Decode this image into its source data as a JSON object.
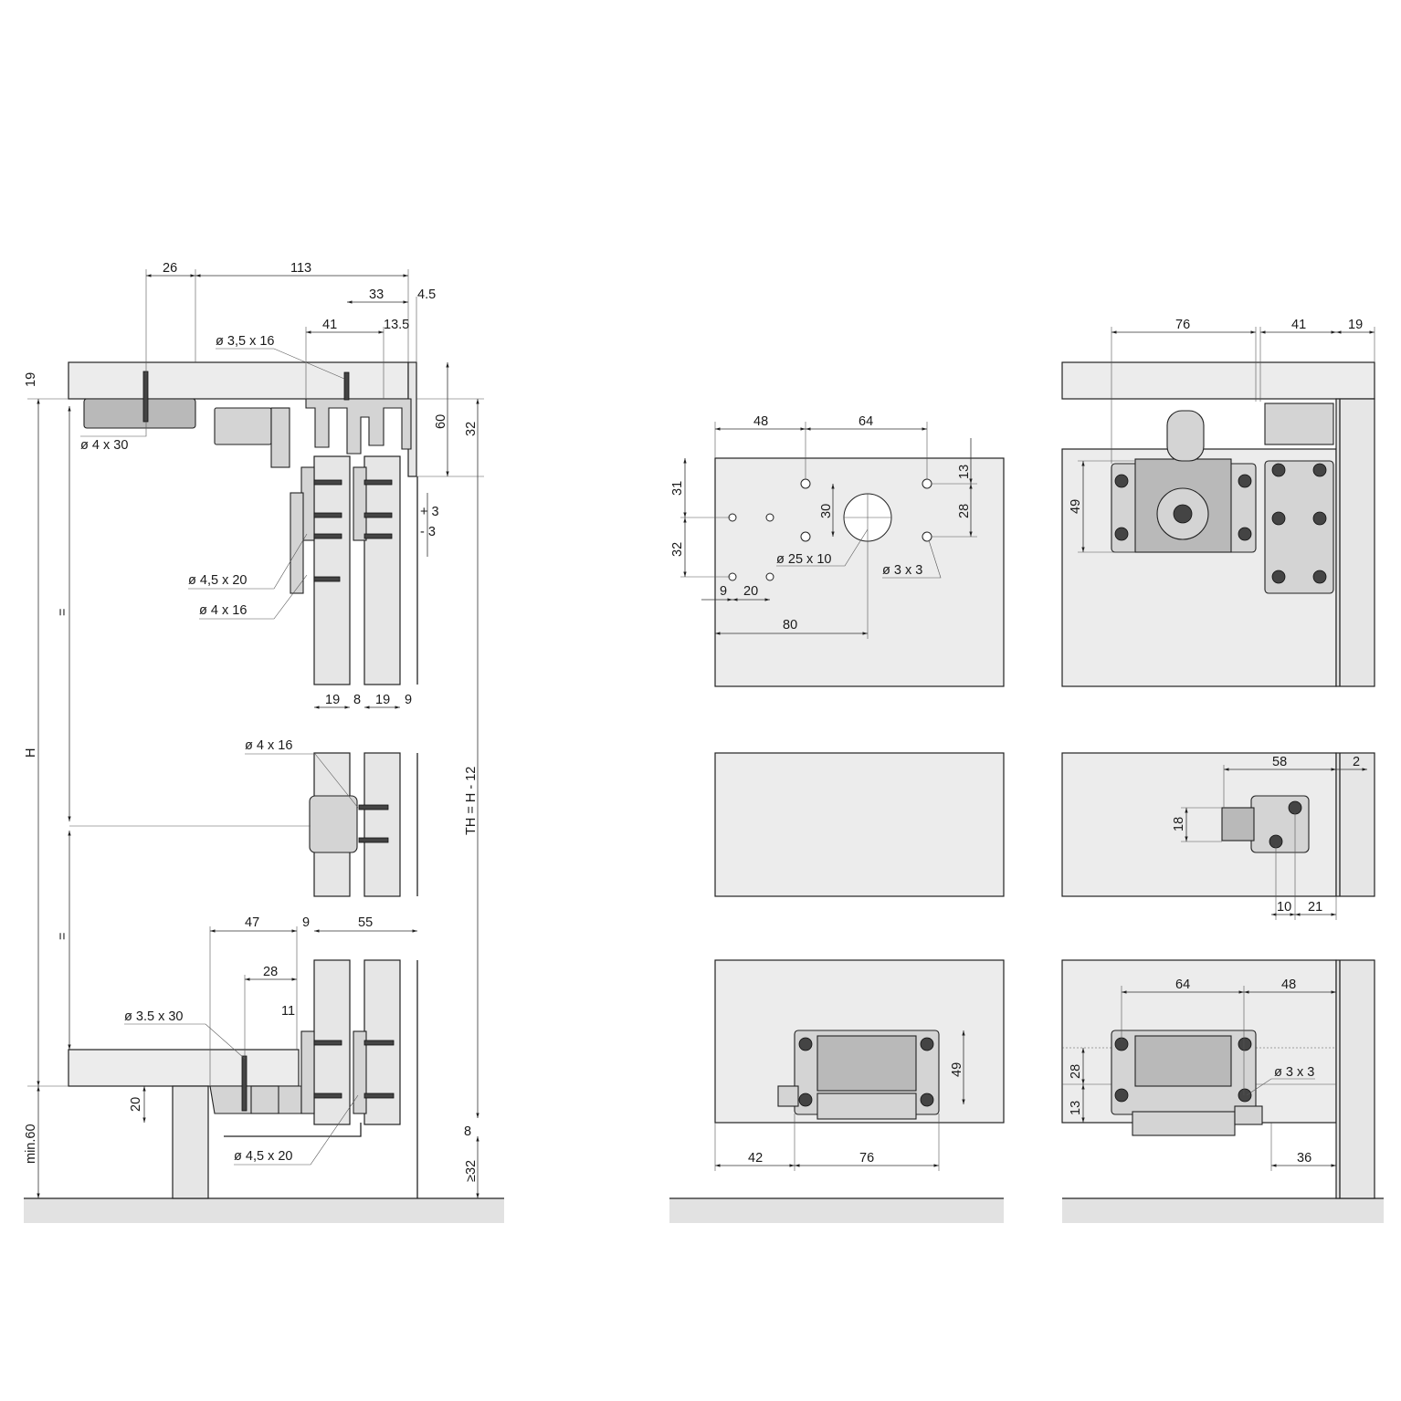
{
  "left_view": {
    "dims_top": [
      "26",
      "113",
      "33",
      "4.5",
      "41",
      "13.5"
    ],
    "dims_right": [
      "60",
      "32",
      "+ 3",
      "- 3",
      "TH = H - 12",
      "8",
      "≥32"
    ],
    "dims_left": [
      "19",
      "H",
      "=",
      "=",
      "min.60",
      "20"
    ],
    "dims_bottom_boards": [
      "19",
      "8",
      "19",
      "9"
    ],
    "dims_lower": [
      "47",
      "9",
      "55",
      "28",
      "11"
    ],
    "screws": [
      "ø 3,5 x 16",
      "ø 4 x 30",
      "ø 4,5 x 20",
      "ø 4 x 16",
      "ø 4 x 16",
      "ø 3.5 x 30",
      "ø 4,5 x 20"
    ]
  },
  "middle_view": {
    "dims": [
      "48",
      "64",
      "31",
      "30",
      "13",
      "28",
      "32",
      "9",
      "20",
      "80"
    ],
    "labels": [
      "ø 25 x 10",
      "ø 3 x 3"
    ],
    "bottom_dims": [
      "49",
      "42",
      "76"
    ]
  },
  "right_view": {
    "top_dims": [
      "76",
      "41",
      "19",
      "49"
    ],
    "mid_dims": [
      "58",
      "2",
      "18",
      "10",
      "21"
    ],
    "bottom_dims": [
      "64",
      "48",
      "28",
      "13",
      "36"
    ],
    "bottom_label": "ø 3 x 3"
  }
}
